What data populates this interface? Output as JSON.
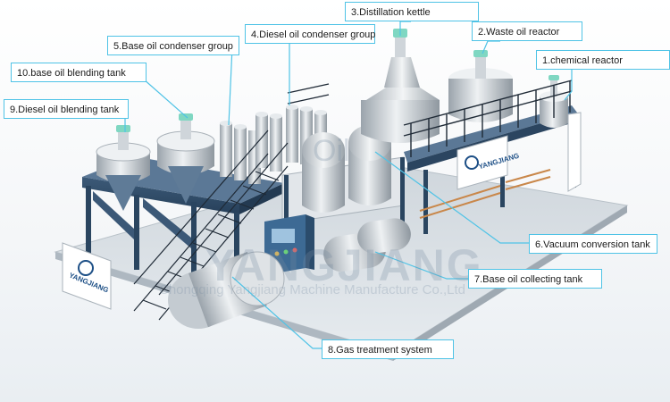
{
  "labels": {
    "l1": "1.chemical reactor",
    "l2": "2.Waste oil reactor",
    "l3": "3.Distillation kettle",
    "l4": "4.Diesel oil condenser group",
    "l5": "5.Base oil condenser group",
    "l6": "6.Vacuum conversion tank",
    "l7": "7.Base oil collecting tank",
    "l8": "8.Gas treatment system",
    "l9": "9.Diesel oil blending tank",
    "l10": "10.base oil blending tank"
  },
  "brand": {
    "sign_text": "YANGJIANG",
    "watermark_big": "YANGJIANG",
    "watermark_small": "Chongqing Yangjiang Machine Manufacture Co.,Ltd",
    "watermark_logo": "Oil"
  },
  "colors": {
    "callout": "#4fc3e6",
    "frame": "#2f4a66",
    "tank": "#d9dde1",
    "rail": "#1f2a36"
  }
}
